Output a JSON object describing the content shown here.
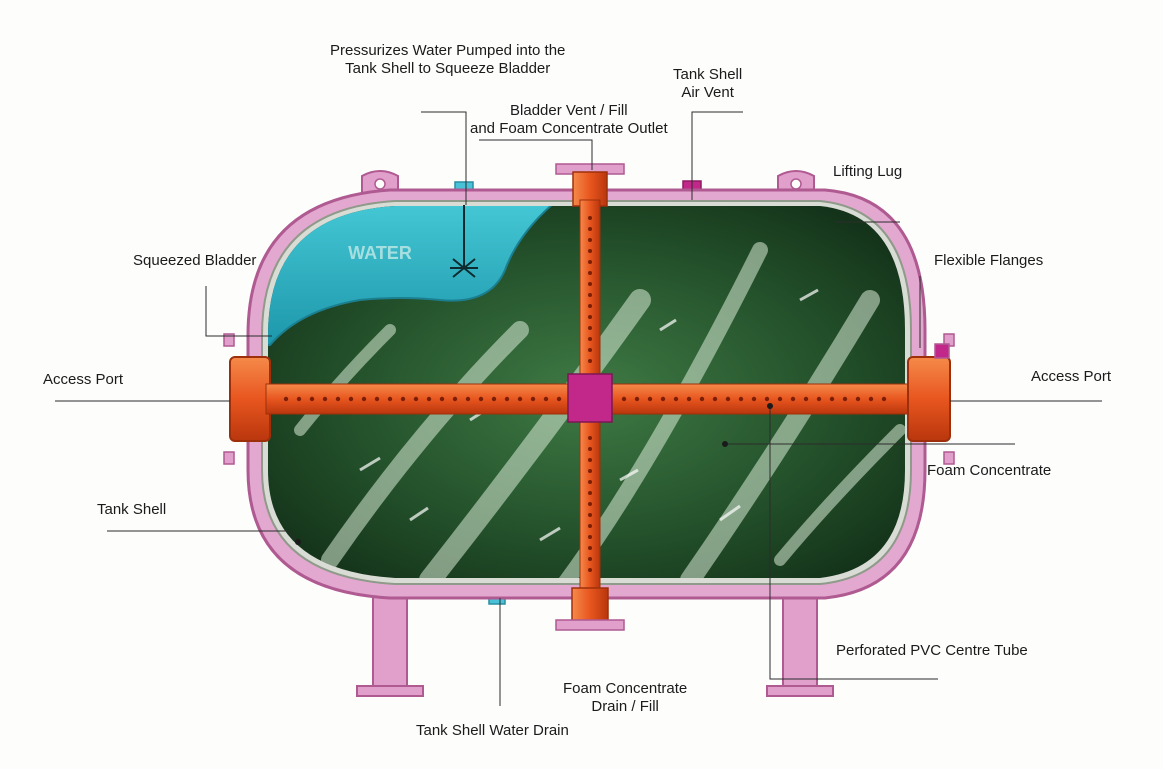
{
  "diagram": {
    "water_text": "WATER",
    "colors": {
      "tank_shell": "#d98ac0",
      "bladder_green": "#1f4a26",
      "water": "#2fb3c4",
      "centre_tube": "#e8561f",
      "tube_hub": "#c2288a",
      "drain_pipe": "#49c2d8"
    }
  },
  "labels": {
    "pressurizes_water": [
      "Pressurizes Water Pumped into the",
      "Tank Shell to Squeeze Bladder"
    ],
    "tank_shell_air_vent": [
      "Tank Shell",
      "Air Vent"
    ],
    "bladder_vent_fill": [
      "Bladder Vent / Fill",
      "and Foam Concentrate Outlet"
    ],
    "lifting_lug": "Lifting Lug",
    "squeezed_bladder": "Squeezed Bladder",
    "flexible_flanges": "Flexible Flanges",
    "access_port_left": "Access Port",
    "access_port_right": "Access Port",
    "foam_concentrate": "Foam Concentrate",
    "tank_shell": "Tank Shell",
    "perforated_tube": "Perforated PVC Centre Tube",
    "foam_drain_fill": [
      "Foam Concentrate",
      "Drain / Fill"
    ],
    "tank_shell_water_drain": "Tank Shell Water Drain"
  }
}
